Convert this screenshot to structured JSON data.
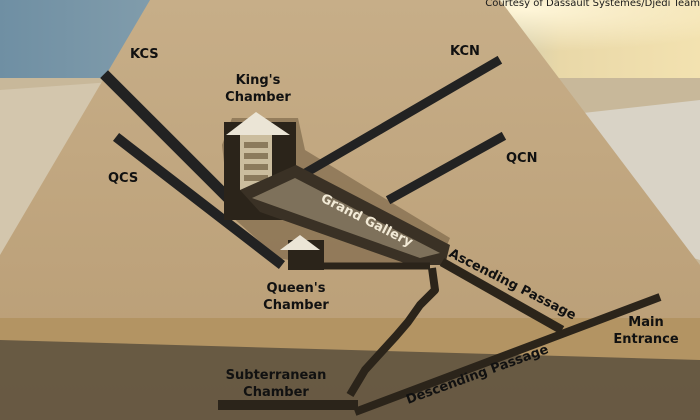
{
  "credit": "Courtesy of Dassault Systemes/Djedi Team",
  "labels": {
    "kcs": "KCS",
    "kcn": "KCN",
    "qcs": "QCS",
    "qcn": "QCN",
    "kings_chamber_line1": "King's",
    "kings_chamber_line2": "Chamber",
    "grand_gallery": "Grand Gallery",
    "ascending_passage": "Ascending Passage",
    "queens_chamber_line1": "Queen's",
    "queens_chamber_line2": "Chamber",
    "main_entrance_line1": "Main",
    "main_entrance_line2": "Entrance",
    "subterranean_line1": "Subterranean",
    "subterranean_line2": "Chamber",
    "descending_passage": "Descending Passage"
  }
}
